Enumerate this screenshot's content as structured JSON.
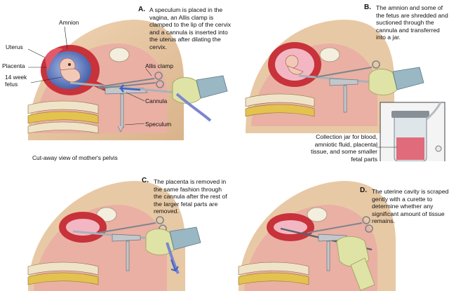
{
  "panels": {
    "a": {
      "letter": "A.",
      "text": "A speculum is placed in the vagina, an Allis clamp is clamped to the lip of the cervix and a cannula is inserted into the uterus after dilating the cervix.",
      "labels": {
        "amnion": "Amnion",
        "uterus": "Uterus",
        "placenta": "Placenta",
        "fetus_line1": "14 week",
        "fetus_line2": "fetus",
        "allis_clamp": "Allis clamp",
        "cannula": "Cannula",
        "speculum": "Speculum"
      },
      "caption": "Cut-away view of mother's pelvis"
    },
    "b": {
      "letter": "B.",
      "text": "The amnion and some of the fetus are shredded and suctioned through the cannula and transferred into a jar.",
      "jar_caption": "Collection jar for blood, amniotic fluid, placental tissue, and some smaller fetal parts"
    },
    "c": {
      "letter": "C.",
      "text": "The placenta is removed in the same fashion through the cannula after the rest of the larger fetal parts are removed."
    },
    "d": {
      "letter": "D.",
      "text": "The uterine cavity is scraped gently with a curette to determine whether any significant amount of tissue remains."
    }
  },
  "colors": {
    "skin": "#e8c9a5",
    "tissue": "#e79a8e",
    "uterus_wall": "#c8323a",
    "bone": "#efe4c8",
    "glove": "#dfe3a6",
    "sleeve": "#9ab7c4",
    "instrument": "#aab1b8",
    "arrow": "#3b63c6"
  }
}
